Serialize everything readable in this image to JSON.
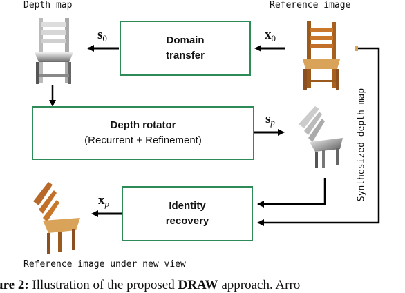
{
  "labels": {
    "depth_map": "Depth map",
    "reference_image": "Reference image",
    "synthesized_depth_map": "Synthesized depth map",
    "reference_image_new_view": "Reference image under new view"
  },
  "boxes": {
    "domain_transfer": {
      "line1": "Domain",
      "line2": "transfer"
    },
    "depth_rotator": {
      "line1": "Depth rotator",
      "line2": "(Recurrent + Refinement)"
    },
    "identity_recovery": {
      "line1": "Identity",
      "line2": "recovery"
    }
  },
  "symbols": {
    "s": "s",
    "s0_sub": "0",
    "x": "x",
    "x0_sub": "0",
    "sp_sub": "p",
    "xp_sub": "p"
  },
  "caption": {
    "prefix": "ure 2:",
    "text": " Illustration of the proposed ",
    "bold": "DRAW",
    "suffix": " approach. Arro"
  },
  "colors": {
    "box_border": "#2e8b57",
    "arrow": "#000000",
    "chair_wood": "#c9772b"
  }
}
